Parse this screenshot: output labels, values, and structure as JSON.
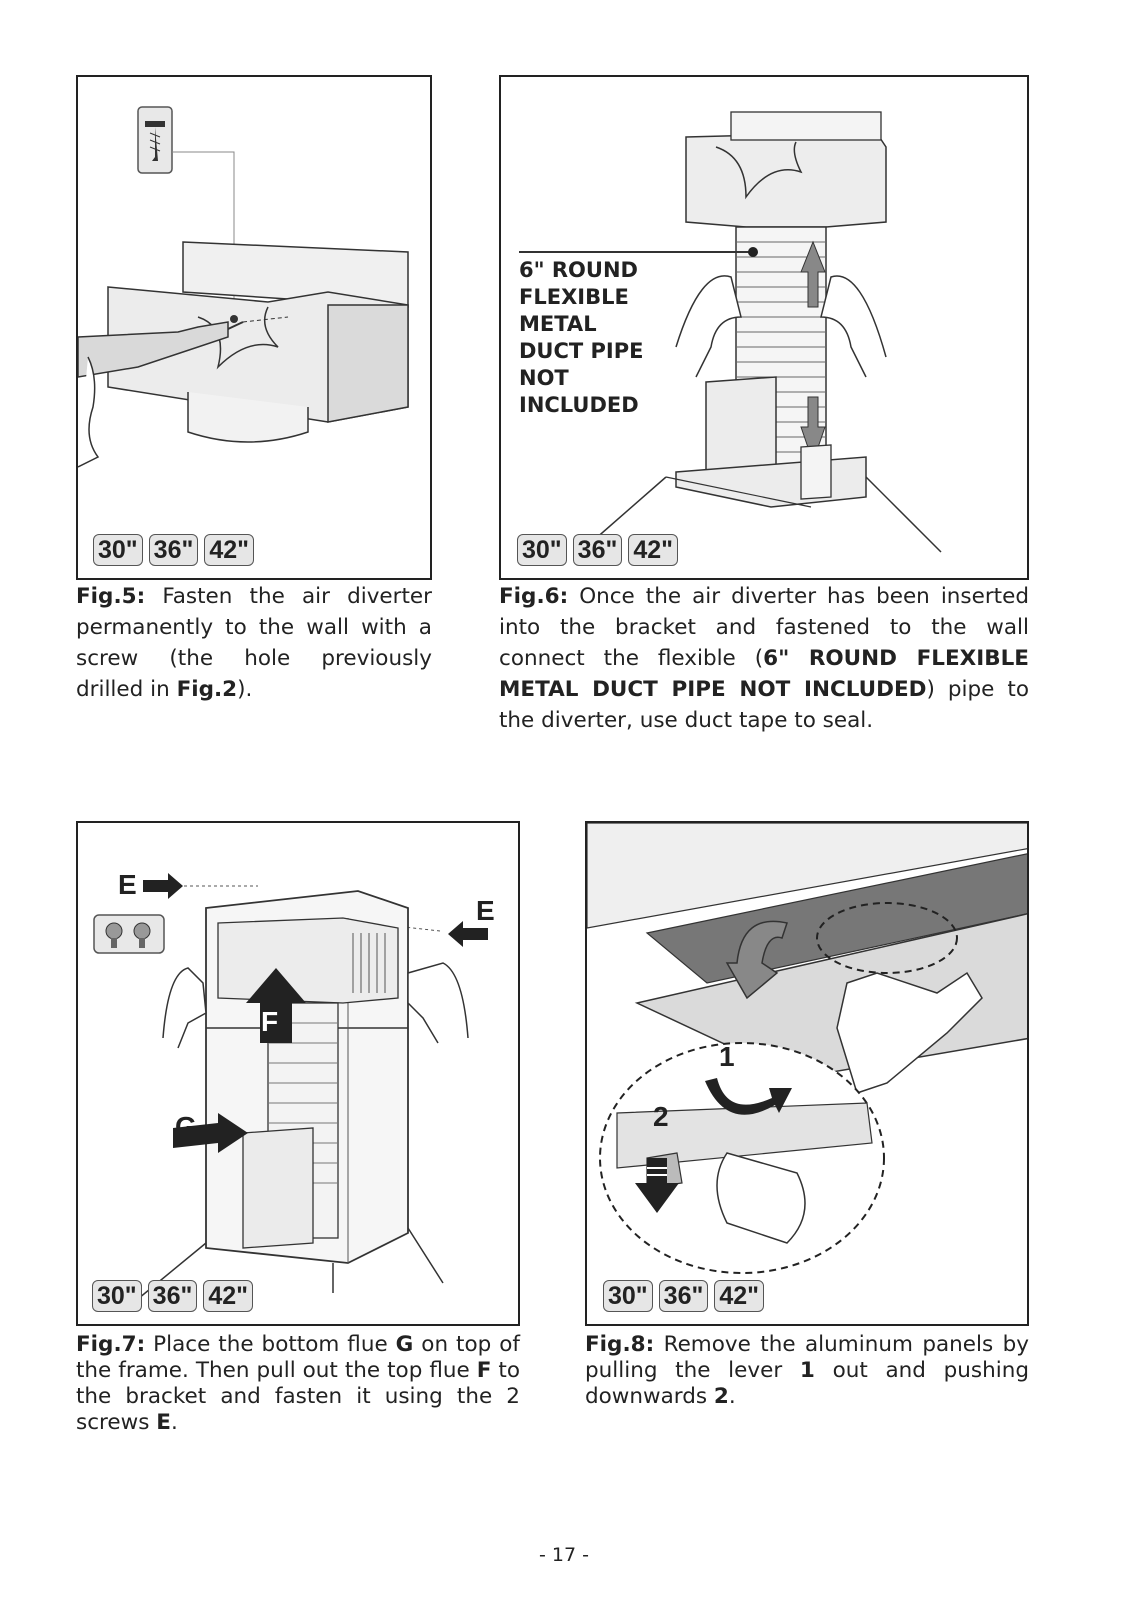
{
  "sizes": [
    "30\"",
    "36\"",
    "42\""
  ],
  "fig5": {
    "ref": "Fig.5:",
    "text": " Fasten the air diverter permanently to the wall with a screw (the hole previously drilled in ",
    "ref2": "Fig.2",
    "text_end": ")."
  },
  "fig6": {
    "label_lines": [
      "6\" ROUND",
      "FLEXIBLE",
      "METAL",
      "DUCT PIPE",
      "NOT",
      "INCLUDED"
    ],
    "ref": "Fig.6:",
    "text": " Once the air diverter has been inserted into the bracket and fastened to the wall connect the flexible (",
    "bold": "6\" ROUND FLEXIBLE METAL DUCT PIPE NOT INCLUDED",
    "text_end": ") pipe to the diverter, use duct tape to seal."
  },
  "fig7": {
    "letter_e": "E",
    "letter_f": "F",
    "letter_g": "G",
    "ref": "Fig.7:",
    "t1": " Place the bottom flue ",
    "b1": "G",
    "t2": " on top of the frame. Then pull out the top flue ",
    "b2": "F",
    "t3": " to the bracket and fasten it using the 2 screws ",
    "b3": "E",
    "t4": "."
  },
  "fig8": {
    "step1": "1",
    "step2": "2",
    "ref": "Fig.8:",
    "t1": " Remove the aluminum panels by pulling the lever ",
    "b1": "1",
    "t2": " out and pushing downwards ",
    "b2": "2",
    "t3": "."
  },
  "page_number": "- 17 -"
}
